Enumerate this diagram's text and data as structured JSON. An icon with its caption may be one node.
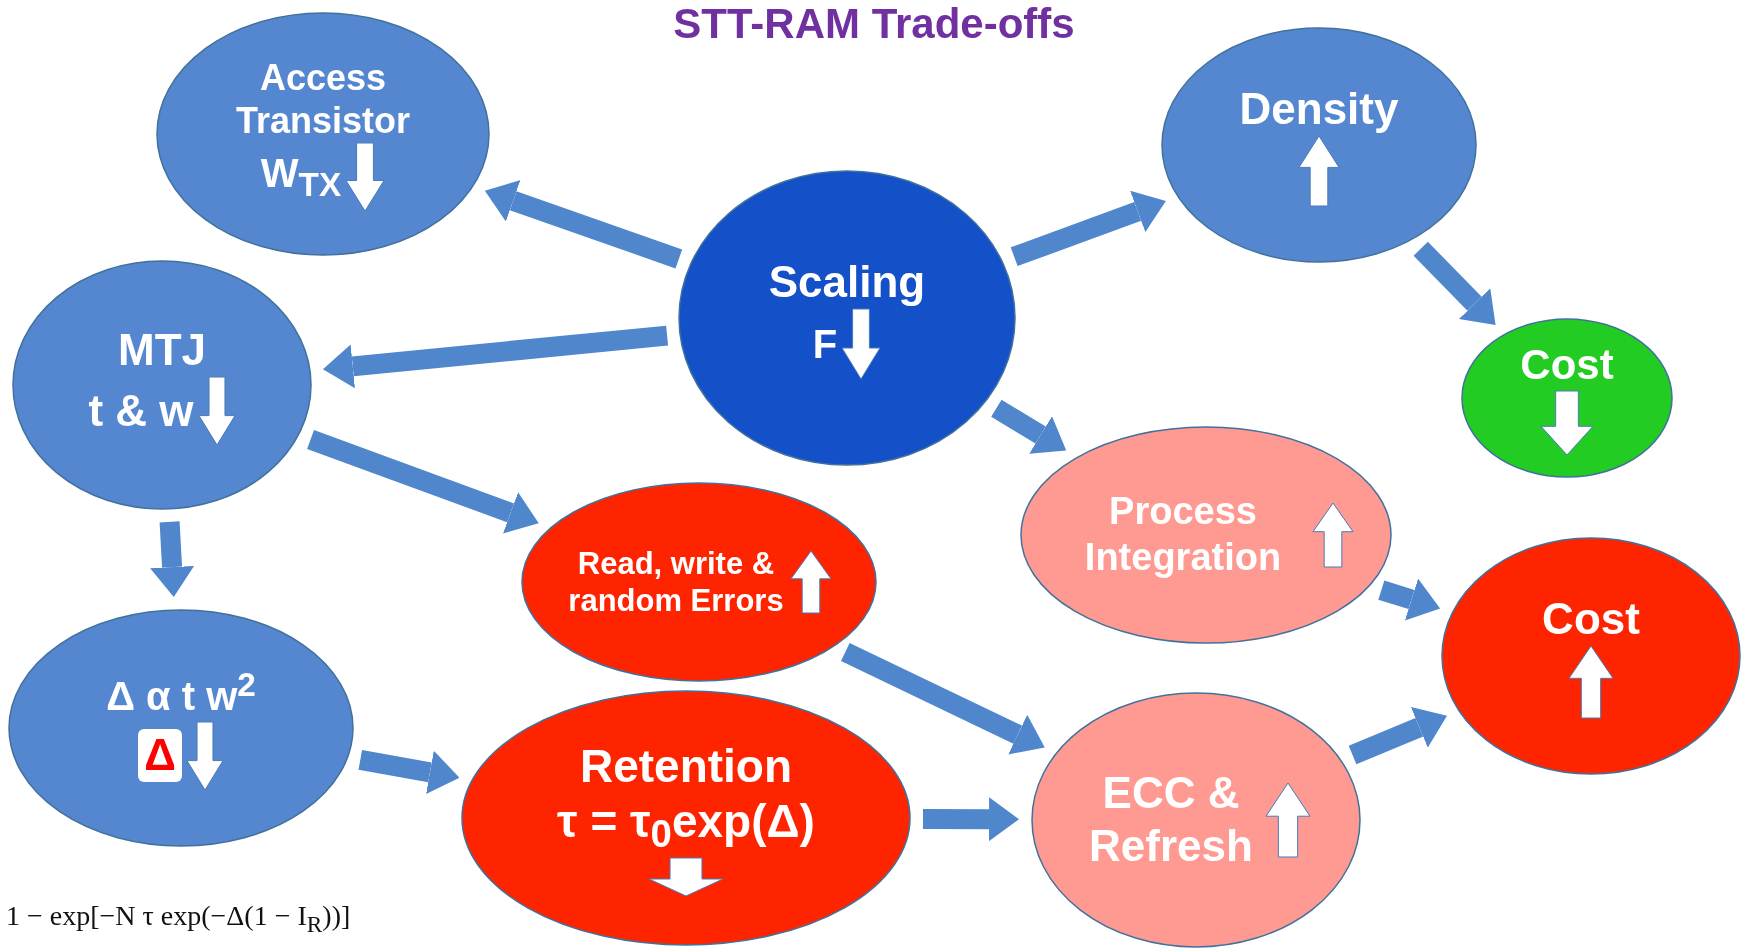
{
  "diagram": {
    "title": "STT-RAM Trade-offs",
    "nodes": [
      {
        "text": [
          "Access Transistor",
          "W$_{TX}$"
        ]
      },
      {
        "text": [
          "Scaling",
          "F"
        ]
      },
      {
        "text": [
          "Density"
        ]
      },
      {
        "text": [
          "MTJ",
          "t & w"
        ]
      },
      {
        "text": [
          "Cost"
        ]
      },
      {
        "text": [
          "Process Integration"
        ]
      },
      {
        "text": [
          "Read, write & random Errors"
        ]
      },
      {
        "text": [
          "Cost"
        ]
      },
      {
        "text": [
          "Δ   α t w$^{2}$",
          "Δ"
        ]
      },
      {
        "text": [
          "Retention",
          "τ = τ$_{0}$exp(Δ)"
        ]
      },
      {
        "text": [
          "ECC & Refresh"
        ]
      }
    ],
    "edges": [
      {
        "from": 1,
        "to": 0,
        "arrow": "to"
      },
      {
        "from": 1,
        "to": 3,
        "arrow": "to"
      },
      {
        "from": 1,
        "to": 2,
        "arrow": "to"
      },
      {
        "from": 1,
        "to": 5,
        "arrow": "to"
      },
      {
        "from": 2,
        "to": 4,
        "arrow": "to"
      },
      {
        "from": 3,
        "to": 6,
        "arrow": "to"
      },
      {
        "from": 3,
        "to": 8,
        "arrow": "to"
      },
      {
        "from": 8,
        "to": 9,
        "arrow": "to"
      },
      {
        "from": 6,
        "to": 10,
        "arrow": "to"
      },
      {
        "from": 9,
        "to": 10,
        "arrow": "to"
      },
      {
        "from": 5,
        "to": 7,
        "arrow": "to"
      },
      {
        "from": 10,
        "to": 7,
        "arrow": "to"
      }
    ],
    "labels": [
      "1 − exp[−N τ exp(−Δ(1 − I$_{R}$))]"
    ]
  }
}
